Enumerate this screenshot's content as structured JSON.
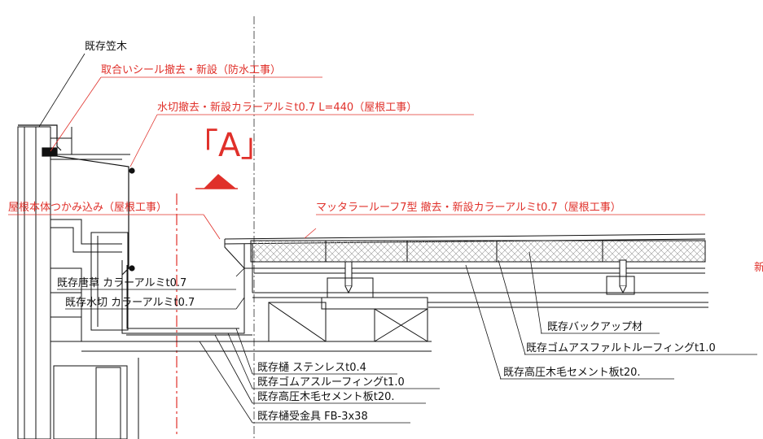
{
  "section_marker": "「A」",
  "edge_fragment": "新",
  "colors": {
    "annotation_red": "#e0302a",
    "line_black": "#111111",
    "hatch_gray": "#9a9a9a"
  },
  "labels": {
    "existing_coping": "既存笠木",
    "seal_renewal": "取合いシール撤去・新設（防水工事）",
    "flashing_renewal": "水切撤去・新設カラーアルミt0.7 L=440（屋根工事）",
    "roof_grip": "屋根本体つかみ込み（屋根工事）",
    "matter_roof": "マッタラールーフ7型 撤去・新設カラーアルミt0.7（屋根工事）",
    "existing_karakusa": "既存唐草 カラーアルミt0.7",
    "existing_drip": "既存水切 カラーアルミt0.7",
    "backup_material": "既存バックアップ材",
    "rubber_asphalt_roofing": "既存ゴムアスファルトルーフィングt1.0",
    "cement_board_right": "既存高圧木毛セメント板t20.",
    "gutter_stainless": "既存樋 ステンレスt0.4",
    "rubber_roofing": "既存ゴムアスルーフィングt1.0",
    "cement_board_left": "既存高圧木毛セメント板t20.",
    "gutter_bracket": "既存樋受金具 FB-3x38"
  }
}
